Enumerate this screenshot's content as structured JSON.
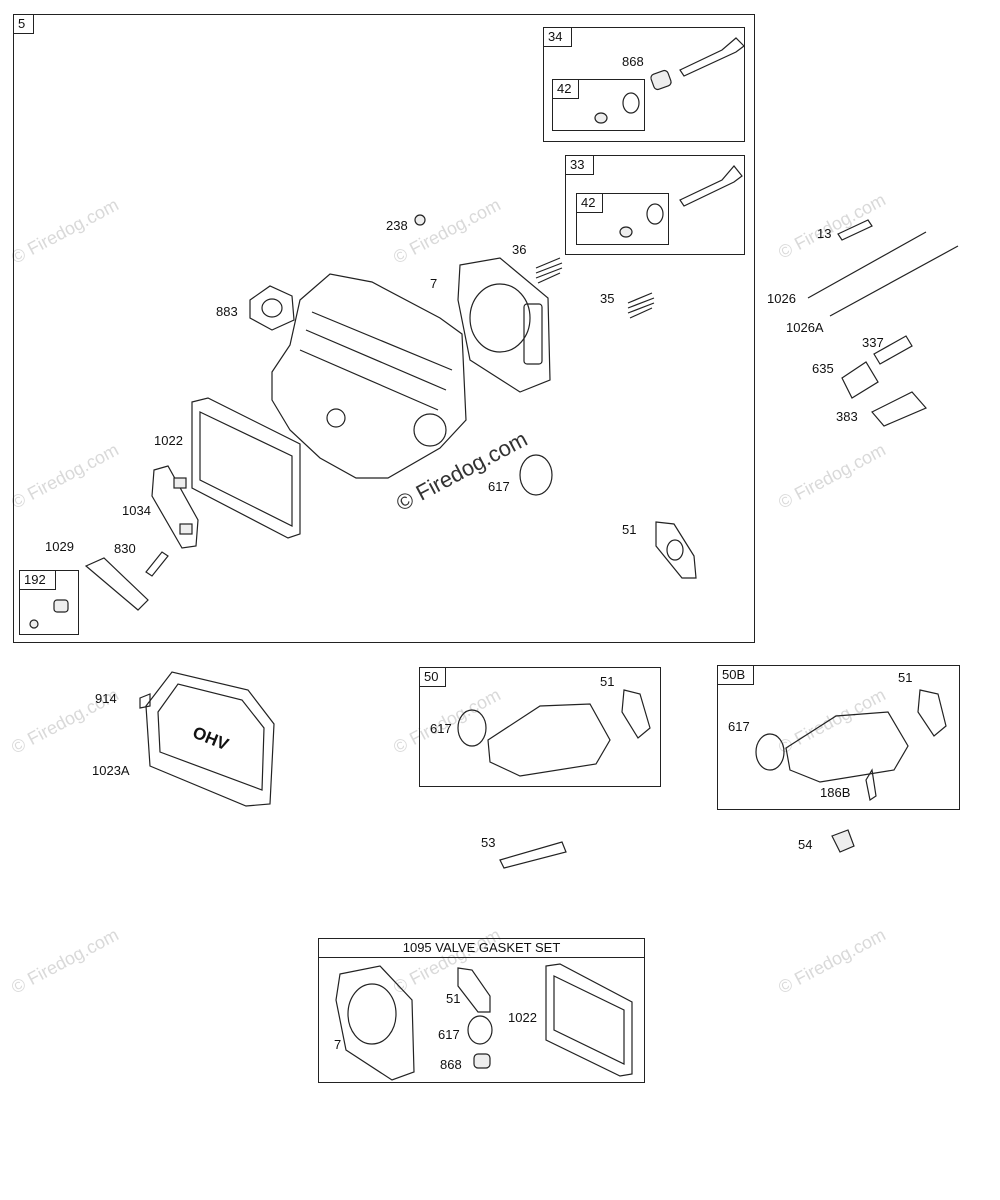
{
  "groups": {
    "g5": "5",
    "g34": "34",
    "g42a": "42",
    "g33": "33",
    "g42b": "42",
    "g192": "192",
    "g50": "50",
    "g50b": "50B"
  },
  "labels": {
    "l868": "868",
    "l238": "238",
    "l36": "36",
    "l7": "7",
    "l35": "35",
    "l883": "883",
    "l1022": "1022",
    "l617": "617",
    "l1034": "1034",
    "l1029": "1029",
    "l830": "830",
    "l51": "51",
    "l13": "13",
    "l1026": "1026",
    "l1026a": "1026A",
    "l337": "337",
    "l635": "635",
    "l383": "383",
    "l914": "914",
    "l1023a": "1023A",
    "l50_617": "617",
    "l50_51": "51",
    "l50b_617": "617",
    "l50b_51": "51",
    "l186b": "186B",
    "l53": "53",
    "l54": "54",
    "k7": "7",
    "k51": "51",
    "k617": "617",
    "k868": "868",
    "k1022": "1022"
  },
  "kit_title": "1095 VALVE GASKET SET",
  "watermark": "© Firedog.com",
  "center_watermark": "© Firedog.com",
  "logo_text": "OHV"
}
